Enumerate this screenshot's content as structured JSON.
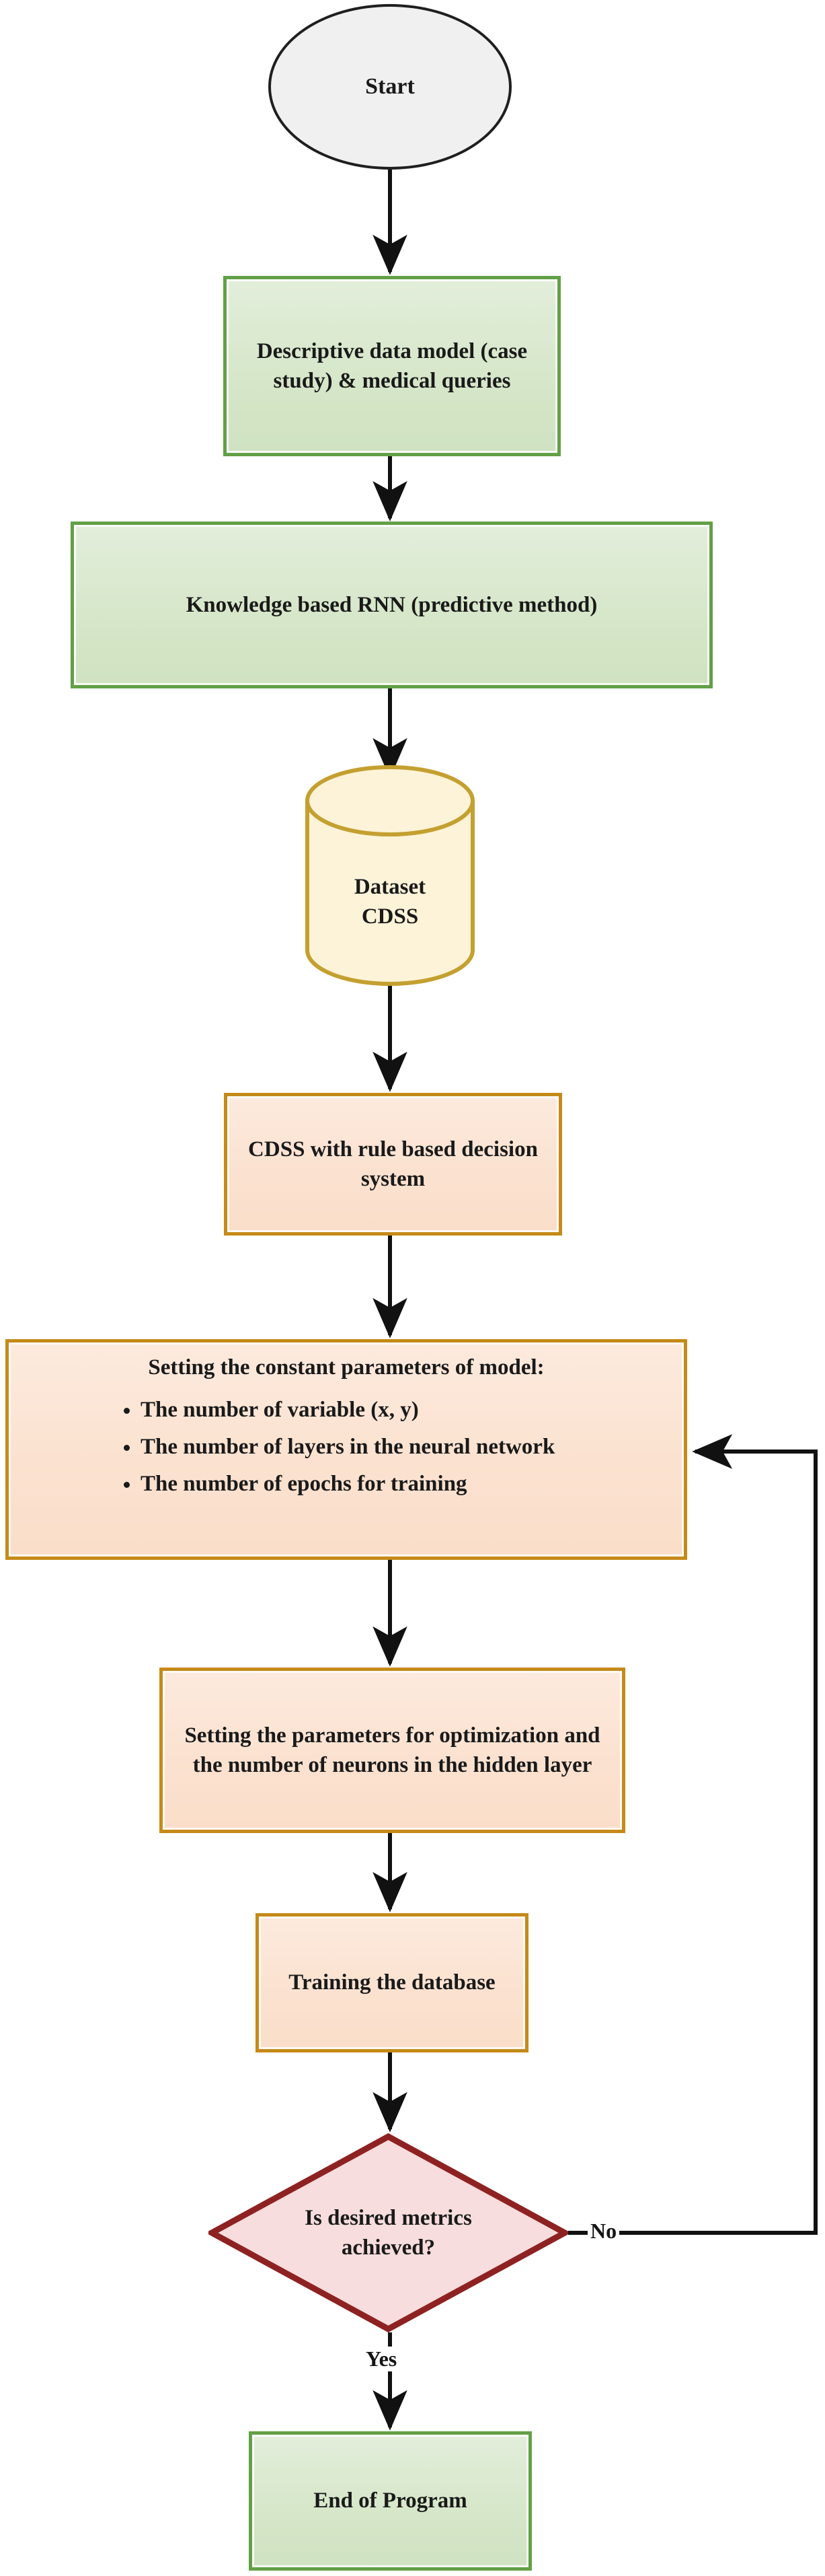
{
  "diagram": {
    "title": "CDSS RNN model training flowchart",
    "orientation": "top-to-bottom"
  },
  "palette": {
    "terminator_fill": "#f0f0f0",
    "terminator_border": "#1f1f1f",
    "green_fill": "#d7e7ca",
    "green_border": "#62a046",
    "peach_fill": "#fbe2d0",
    "peach_border": "#c58a18",
    "cylinder_fill": "#fdf3d8",
    "cylinder_border": "#c4a030",
    "decision_fill": "#f7dddd",
    "decision_border": "#8e2222",
    "connector": "#111111"
  },
  "nodes": {
    "start": {
      "label": "Start",
      "shape": "terminator"
    },
    "descriptive_model": {
      "label": "Descriptive data model (case study) & medical queries",
      "shape": "process"
    },
    "knowledge_rnn": {
      "label": "Knowledge based RNN (predictive method)",
      "shape": "process"
    },
    "dataset": {
      "line1": "Dataset",
      "line2": "CDSS",
      "shape": "database"
    },
    "cdss_rule": {
      "label": "CDSS with rule based decision system",
      "shape": "process"
    },
    "constant_params": {
      "shape": "process",
      "title": "Setting the constant parameters of model:",
      "bullets": [
        "The number of variable (x, y)",
        "The number of layers in the neural network",
        "The number of epochs for training"
      ]
    },
    "optimization": {
      "label": "Setting the parameters for optimization and the number of neurons in the hidden layer",
      "shape": "process"
    },
    "training": {
      "label": "Training the database",
      "shape": "process"
    },
    "decision": {
      "label": "Is desired metrics achieved?",
      "shape": "decision"
    },
    "end": {
      "label": "End of Program",
      "shape": "terminator"
    }
  },
  "edges": {
    "no_label": "No",
    "yes_label": "Yes"
  }
}
